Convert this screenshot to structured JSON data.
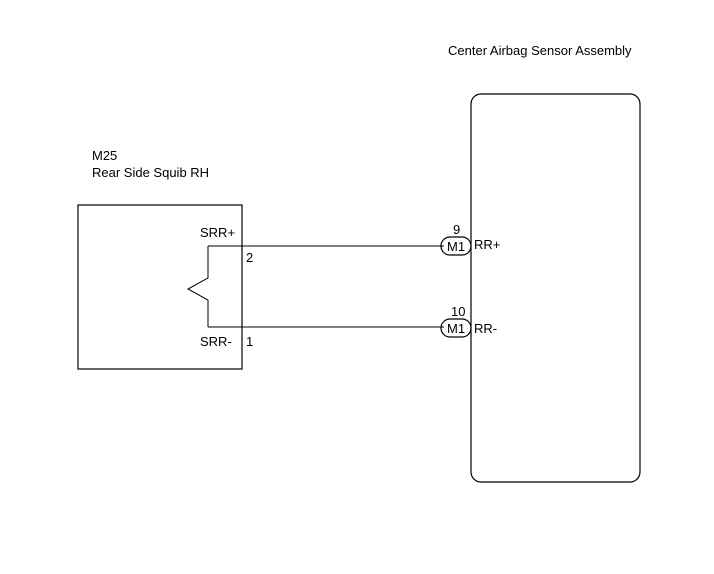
{
  "sensor": {
    "title": "Center Airbag Sensor Assembly"
  },
  "squib": {
    "code": "M25",
    "name": "Rear Side Squib RH"
  },
  "circuits": [
    {
      "squib_terminal": "SRR+",
      "squib_pin": "2",
      "connector": "M1",
      "sensor_pin": "9",
      "sensor_terminal": "RR+"
    },
    {
      "squib_terminal": "SRR-",
      "squib_pin": "1",
      "connector": "M1",
      "sensor_pin": "10",
      "sensor_terminal": "RR-"
    }
  ]
}
